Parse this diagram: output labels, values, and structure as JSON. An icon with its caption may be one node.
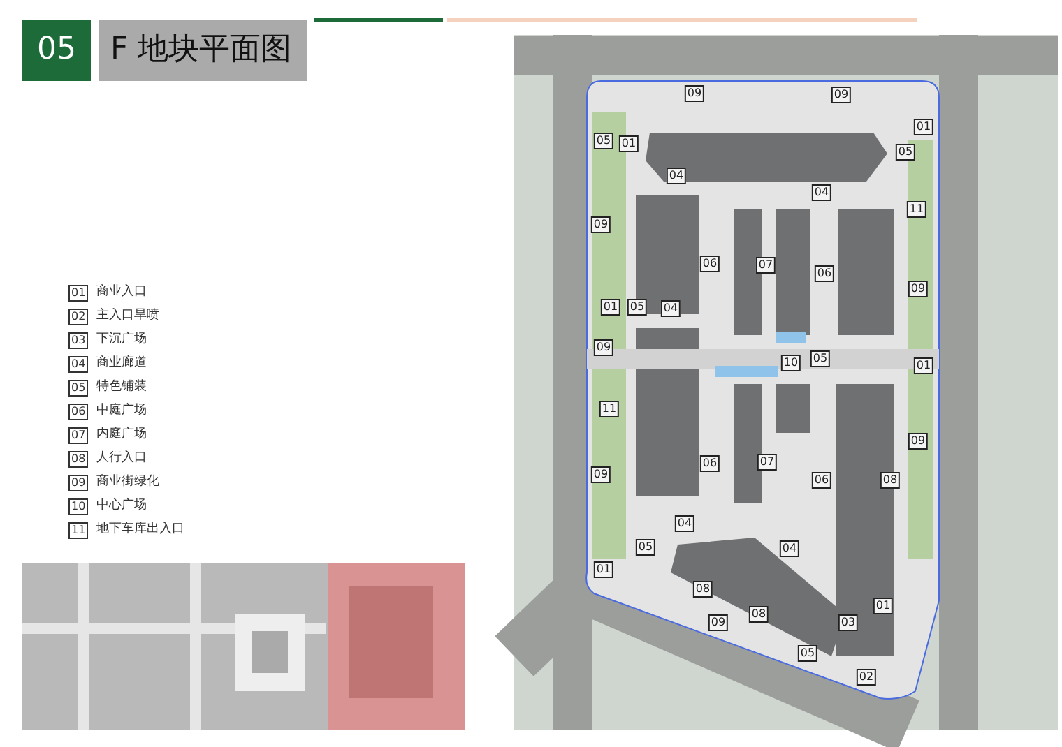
{
  "diagram": {
    "title": "F 地块平面图",
    "labels": [
      "05",
      "01",
      "商业入口",
      "02",
      "主入口旱喷",
      "03",
      "下沉广场",
      "04",
      "商业廊道",
      "05",
      "特色铺装",
      "06",
      "中庭广场",
      "07",
      "内庭广场",
      "08",
      "人行入口",
      "09",
      "商业街绿化",
      "10",
      "中心广场",
      "11",
      "地下车库出入口",
      "09",
      "09",
      "01",
      "05",
      "01",
      "05",
      "04",
      "04",
      "11",
      "09",
      "06",
      "07",
      "06",
      "09",
      "01",
      "05",
      "04",
      "09",
      "10",
      "05",
      "01",
      "11",
      "09",
      "09",
      "06",
      "07",
      "06",
      "08",
      "04",
      "05",
      "04",
      "01",
      "08",
      "01",
      "09",
      "08",
      "03",
      "05",
      "02"
    ]
  }
}
